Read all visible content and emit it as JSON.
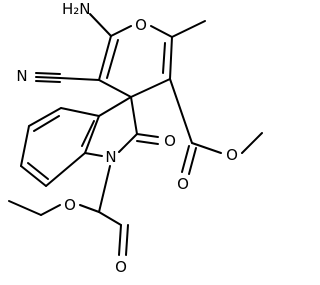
{
  "molecule": {
    "atoms": {
      "amine": "H₂N",
      "pyran_oxygen": "O",
      "nitrile_nitrogen": "N",
      "lactam_oxygen": "O",
      "indole_nitrogen": "N",
      "ester_carbonyl_oxygen": "O",
      "ester_ether_oxygen": "O",
      "ethyl_ester_ether_oxygen": "O",
      "ethyl_ester_carbonyl_oxygen": "O"
    },
    "colors": {
      "bond": "#000000",
      "label": "#000000",
      "background": "#ffffff"
    }
  }
}
